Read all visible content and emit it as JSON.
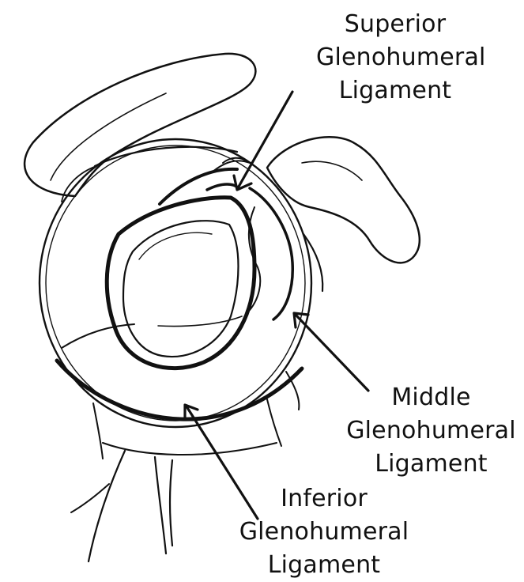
{
  "labels": {
    "superior": [
      "Superior",
      "Glenohumeral",
      "Ligament"
    ],
    "middle": [
      "Middle",
      "Glenohumeral",
      "Ligament"
    ],
    "inferior": [
      "Inferior",
      "Glenohumeral",
      "Ligament"
    ]
  },
  "colors": {
    "ink": "#111111",
    "background": "#ffffff"
  }
}
